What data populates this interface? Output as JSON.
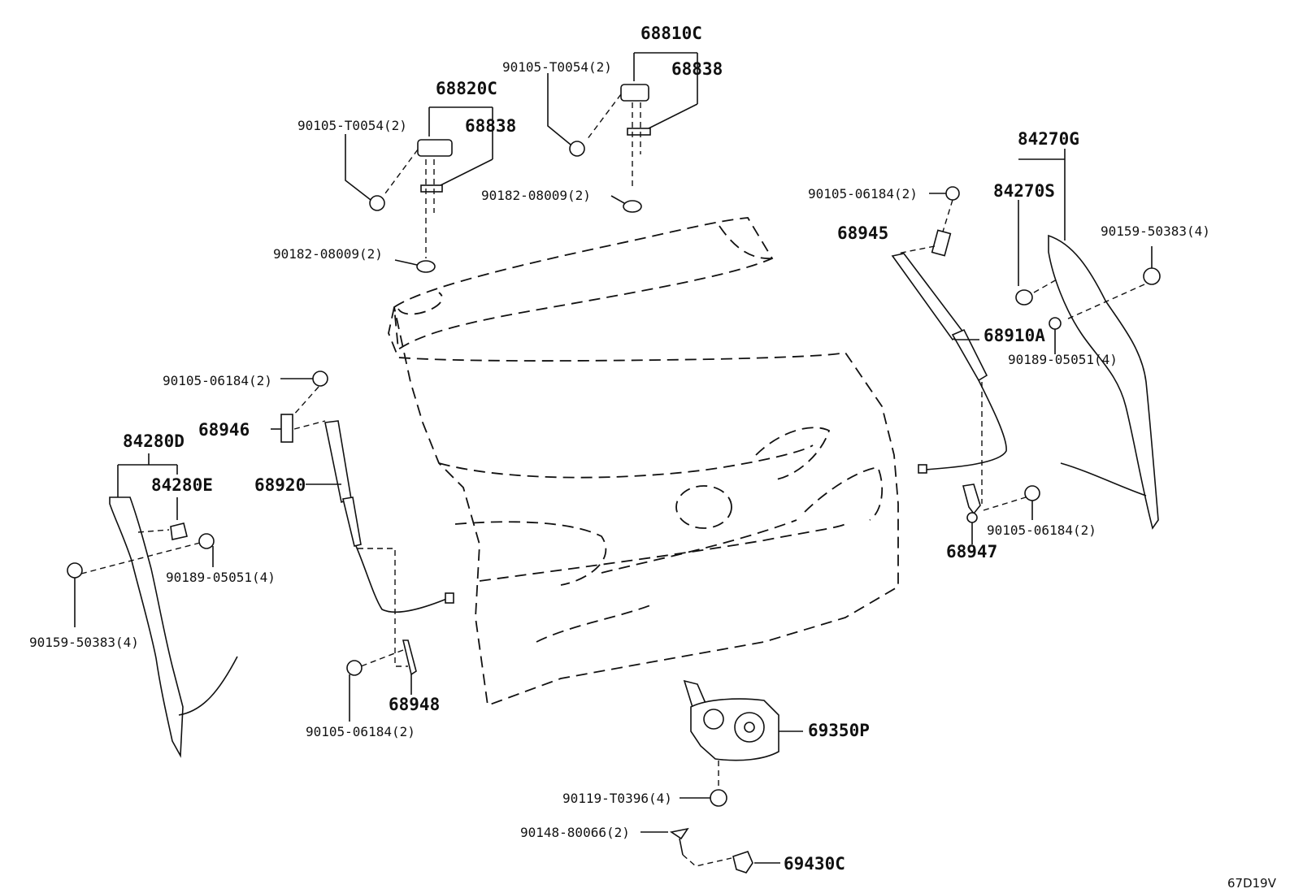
{
  "labels": {
    "p68810C": "68810C",
    "p90105_T0054_top": "90105-T0054(2)",
    "p68838_top": "68838",
    "p68820C": "68820C",
    "p90105_T0054_left": "90105-T0054(2)",
    "p68838_left": "68838",
    "p90182_08009_top": "90182-08009(2)",
    "p90182_08009_left": "90182-08009(2)",
    "p84270G": "84270G",
    "p84270S": "84270S",
    "p90105_06184_tr": "90105-06184(2)",
    "p68945": "68945",
    "p90159_50383_r": "90159-50383(4)",
    "p68910A": "68910A",
    "p90189_05051_r": "90189-05051(4)",
    "p90105_06184_l": "90105-06184(2)",
    "p68946": "68946",
    "p84280D": "84280D",
    "p84280E": "84280E",
    "p68920": "68920",
    "p90189_05051_l": "90189-05051(4)",
    "p90159_50383_l": "90159-50383(4)",
    "p90105_06184_br": "90105-06184(2)",
    "p68947": "68947",
    "p68948": "68948",
    "p90105_06184_bl": "90105-06184(2)",
    "p69350P": "69350P",
    "p90119_T0396": "90119-T0396(4)",
    "p90148_80066": "90148-80066(2)",
    "p69430C": "69430C",
    "diagram_code": "67D19V"
  }
}
